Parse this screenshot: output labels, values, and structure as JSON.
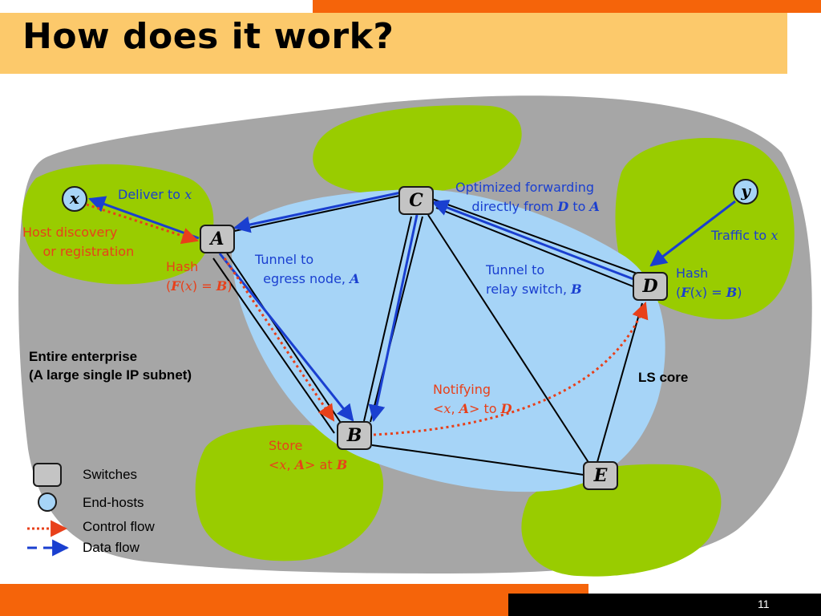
{
  "slide": {
    "title": "How does it work?",
    "page_number": "11"
  },
  "nodes": {
    "a": "A",
    "b": "B",
    "c": "C",
    "d": "D",
    "e": "E"
  },
  "hosts": {
    "x": "x",
    "y": "y"
  },
  "labels": {
    "deliver_prefix": "Deliver to ",
    "deliver_var": "x",
    "host_discovery_1": "Host discovery",
    "host_discovery_2": "or registration",
    "hash_left_1": "Hash",
    "hash_left_open": "(",
    "hash_left_f": "F",
    "hash_left_paren_x": "(",
    "hash_left_x": "x",
    "hash_left_eq": ") = ",
    "hash_left_b": "B",
    "hash_left_close": ")",
    "tunnel_egress_1": "Tunnel to",
    "tunnel_egress_2": "egress node, ",
    "tunnel_egress_var": "A",
    "optimized_1": "Optimized forwarding",
    "optimized_2a": "directly from ",
    "optimized_d": "D",
    "optimized_to": " to ",
    "optimized_a": "A",
    "traffic_prefix": "Traffic to ",
    "traffic_var": "x",
    "tunnel_relay_1": "Tunnel to",
    "tunnel_relay_2": "relay switch, ",
    "tunnel_relay_var": "B",
    "hash_right_1": "Hash",
    "hash_right_open": "(",
    "hash_right_f": "F",
    "hash_right_px": "(",
    "hash_right_x": "x",
    "hash_right_eq": ") = ",
    "hash_right_b": "B",
    "hash_right_close": ")",
    "enterprise_1": "Entire enterprise",
    "enterprise_2": "(A large single IP subnet)",
    "ls_core": "LS core",
    "notifying_1": "Notifying",
    "notify_lt": "<",
    "notify_x": "x",
    "notify_comma": ", ",
    "notify_a": "A",
    "notify_gt": "> to ",
    "notify_d": "D",
    "store_1": "Store",
    "store_lt": "<",
    "store_x": "x",
    "store_comma": ", ",
    "store_a": "A",
    "store_gt": "> at ",
    "store_b": "B"
  },
  "legend": {
    "switches": "Switches",
    "end_hosts": "End-hosts",
    "control_flow": "Control flow",
    "data_flow": "Data flow"
  },
  "colors": {
    "enterprise": "#a6a6a6",
    "island": "#99cc00",
    "core": "#a6d4f7",
    "data_flow": "#1a3fd0",
    "control_flow": "#e8401a",
    "accent": "#f5640a",
    "title_bg": "#fcc96b"
  }
}
